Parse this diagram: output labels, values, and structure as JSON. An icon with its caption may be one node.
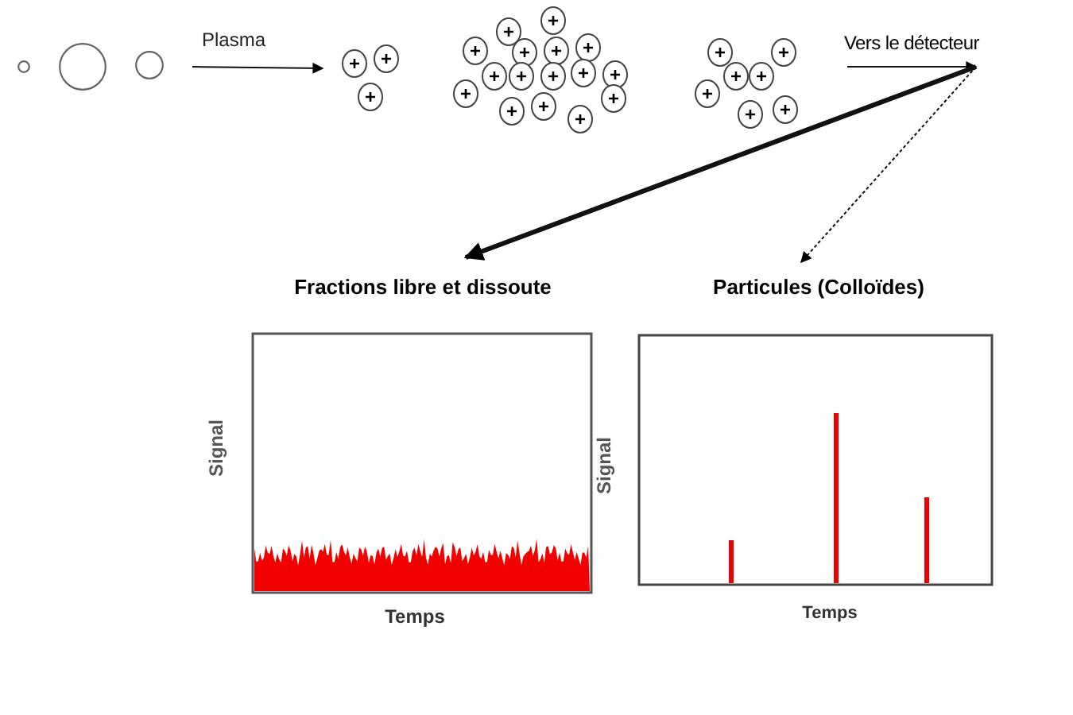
{
  "diagram": {
    "nodes": [
      {
        "text": [],
        "shape": "circle"
      },
      {
        "text": [],
        "shape": "circle"
      },
      {
        "text": [],
        "shape": "circle"
      },
      {
        "text": [],
        "shape": "picture"
      },
      {
        "text": [],
        "shape": "picture"
      },
      {
        "text": [],
        "shape": "picture"
      },
      {
        "text": [
          "Vers le détecteur"
        ]
      },
      {
        "text": [
          "Fractions libre et dissoute"
        ]
      },
      {
        "text": [
          "Particules (Colloïdes)"
        ]
      }
    ],
    "edges": [
      {
        "from": 2,
        "to": 3,
        "arrow": "to",
        "label": "Plasma"
      },
      {
        "from": null,
        "to": 6,
        "arrow": "to"
      },
      {
        "from": 6,
        "to": 7,
        "arrow": "to",
        "style": "thick"
      },
      {
        "from": 6,
        "to": 8,
        "arrow": "to",
        "style": "dashed"
      }
    ],
    "labels": [
      "Signal",
      "Temps",
      "Signal",
      "Temps"
    ]
  }
}
